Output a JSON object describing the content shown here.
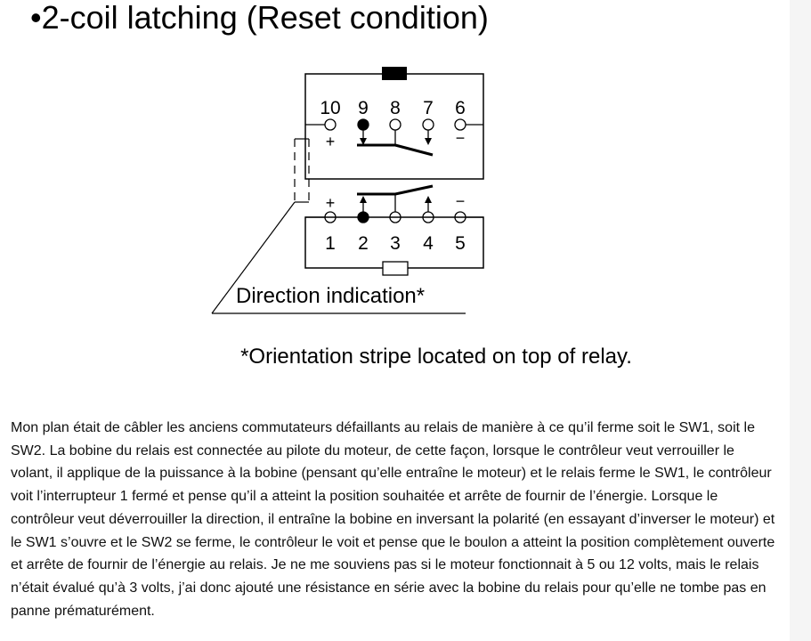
{
  "diagram": {
    "title": "•2-coil latching (Reset condition)",
    "top_pins": [
      "10",
      "9",
      "8",
      "7",
      "6"
    ],
    "bottom_pins": [
      "1",
      "2",
      "3",
      "4",
      "5"
    ],
    "polarity": {
      "top_left": "+",
      "top_right": "−",
      "bottom_left": "+",
      "bottom_right": "−"
    },
    "direction_indication": "Direction indication*",
    "orientation_note": "*Orientation stripe located on top of relay."
  },
  "description": {
    "paragraph": "Mon plan était de câbler les anciens commutateurs défaillants au relais de manière à ce qu’il ferme soit le SW1, soit le SW2. La bobine du relais est connectée au pilote du moteur, de cette façon, lorsque le contrôleur veut verrouiller le volant, il applique de la puissance à la bobine (pensant qu’elle entraîne le moteur) et le relais ferme le SW1, le contrôleur voit l’interrupteur 1 fermé et pense qu’il a atteint la position souhaitée et arrête de fournir de l’énergie. Lorsque le contrôleur veut déverrouiller la direction, il entraîne la bobine en inversant la polarité (en essayant d’inverser le moteur) et le SW1 s’ouvre et le SW2 se ferme, le contrôleur le voit et pense que le boulon a atteint la position complètement ouverte et arrête de fournir de l’énergie au relais. Je ne me souviens pas si le moteur fonctionnait à 5 ou 12 volts, mais le relais n’était évalué qu’à 3 volts, j’ai donc ajouté une résistance en série avec la bobine du relais pour qu’elle ne tombe pas en panne prématurément."
  }
}
